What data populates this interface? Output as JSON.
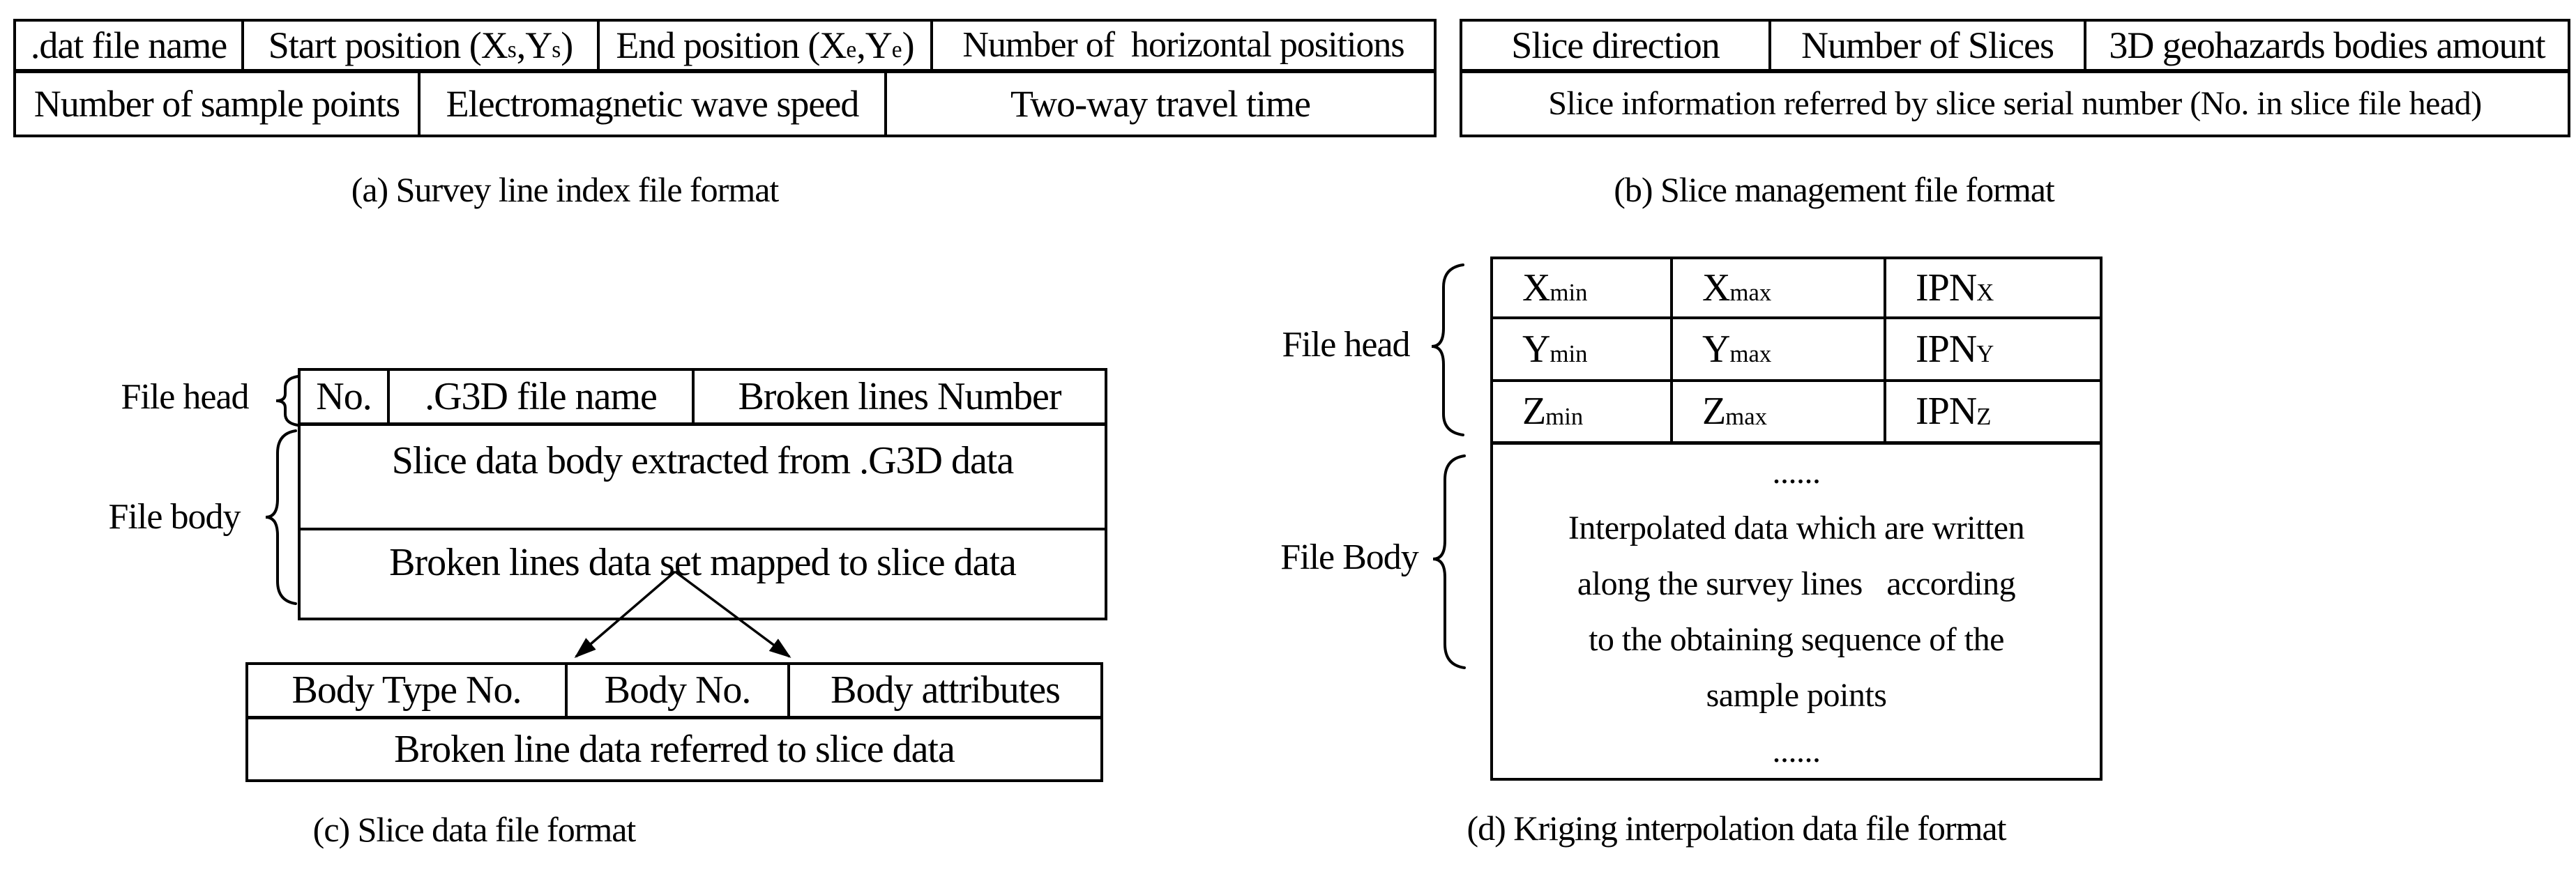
{
  "figure": {
    "background_color": "#ffffff",
    "line_color": "#000000"
  },
  "panel_a": {
    "caption": "(a) Survey line index file format",
    "row1": {
      "dat_file_name": ".dat file name",
      "start_position": [
        [
          "Start position (X",
          0
        ],
        [
          "s",
          1
        ],
        [
          ",Y",
          0
        ],
        [
          "s",
          1
        ],
        [
          ")",
          0
        ]
      ],
      "end_position": [
        [
          "End position (X",
          0
        ],
        [
          "e",
          1
        ],
        [
          ",Y",
          0
        ],
        [
          "e",
          1
        ],
        [
          ")",
          0
        ]
      ],
      "horizontal_positions": "Number of  horizontal positions"
    },
    "row2": {
      "sample_points": "Number of sample points",
      "wave_speed": "Electromagnetic wave speed",
      "travel_time": "Two-way travel time"
    }
  },
  "panel_b": {
    "caption": "(b) Slice management file format",
    "row1": {
      "slice_direction": "Slice direction",
      "number_of_slices": "Number of Slices",
      "bodies_amount": "3D geohazards bodies amount"
    },
    "row2": "Slice information referred by slice serial number (No. in slice file head)"
  },
  "panel_c": {
    "caption": "(c) Slice data file format",
    "file_head_label": "File head",
    "file_body_label": "File body",
    "upper_table": {
      "no": "No.",
      "g3d_file_name": ".G3D file name",
      "broken_lines_number": "Broken lines Number",
      "slice_data_body": "Slice data body extracted from .G3D data",
      "broken_lines_set": "Broken lines data set mapped to slice data"
    },
    "lower_table": {
      "body_type_no": "Body Type No.",
      "body_no": "Body No.",
      "body_attributes": "Body attributes",
      "broken_line_data": "Broken line data referred to slice data"
    }
  },
  "panel_d": {
    "caption": "(d) Kriging interpolation data file format",
    "file_head_label": "File head",
    "file_body_label": "File Body",
    "head": {
      "x": [
        [
          [
            "X",
            0
          ],
          [
            "min",
            1
          ]
        ],
        [
          [
            "X",
            0
          ],
          [
            "max",
            1
          ]
        ],
        [
          [
            "IPN",
            0
          ],
          [
            "X",
            1
          ]
        ]
      ],
      "y": [
        [
          [
            "Y",
            0
          ],
          [
            "min",
            1
          ]
        ],
        [
          [
            "Y",
            0
          ],
          [
            "max",
            1
          ]
        ],
        [
          [
            "IPN",
            0
          ],
          [
            "Y",
            1
          ]
        ]
      ],
      "z": [
        [
          [
            "Z",
            0
          ],
          [
            "min",
            1
          ]
        ],
        [
          [
            "Z",
            0
          ],
          [
            "max",
            1
          ]
        ],
        [
          [
            "IPN",
            0
          ],
          [
            "Z",
            1
          ]
        ]
      ]
    },
    "body_lines": [
      "......",
      "Interpolated data which are written",
      "along the survey lines   according",
      "to the obtaining sequence of the",
      "sample points",
      "......"
    ]
  }
}
